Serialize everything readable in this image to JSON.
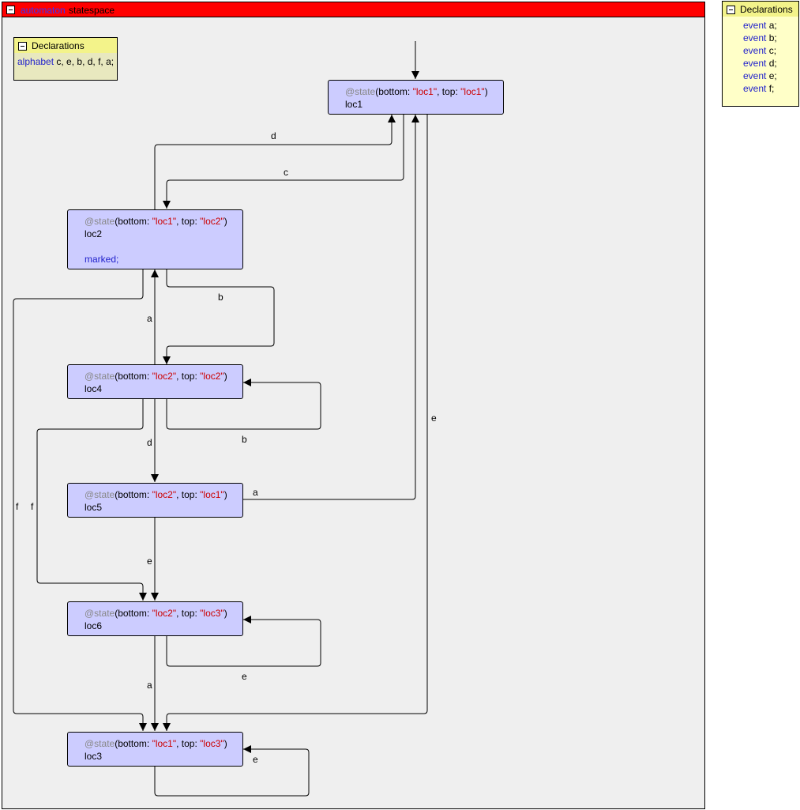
{
  "automaton": {
    "keyword": "automaton",
    "name": "statespace"
  },
  "local_declarations": {
    "title": "Declarations",
    "keyword": "alphabet",
    "value": "c, e, b, d, f, a;"
  },
  "global_declarations": {
    "title": "Declarations",
    "lines": [
      {
        "keyword": "event",
        "value": "a;"
      },
      {
        "keyword": "event",
        "value": "b;"
      },
      {
        "keyword": "event",
        "value": "c;"
      },
      {
        "keyword": "event",
        "value": "d;"
      },
      {
        "keyword": "event",
        "value": "e;"
      },
      {
        "keyword": "event",
        "value": "f;"
      }
    ]
  },
  "nodes": {
    "loc1": {
      "ann": "@state",
      "open": "(bottom: ",
      "bottom": "\"loc1\"",
      "sep": ", top: ",
      "top": "\"loc1\"",
      "close": ")",
      "name": "loc1"
    },
    "loc2": {
      "ann": "@state",
      "open": "(bottom: ",
      "bottom": "\"loc1\"",
      "sep": ", top: ",
      "top": "\"loc2\"",
      "close": ")",
      "name": "loc2",
      "marked": "marked;"
    },
    "loc4": {
      "ann": "@state",
      "open": "(bottom: ",
      "bottom": "\"loc2\"",
      "sep": ", top: ",
      "top": "\"loc2\"",
      "close": ")",
      "name": "loc4"
    },
    "loc5": {
      "ann": "@state",
      "open": "(bottom: ",
      "bottom": "\"loc2\"",
      "sep": ", top: ",
      "top": "\"loc1\"",
      "close": ")",
      "name": "loc5"
    },
    "loc6": {
      "ann": "@state",
      "open": "(bottom: ",
      "bottom": "\"loc2\"",
      "sep": ", top: ",
      "top": "\"loc3\"",
      "close": ")",
      "name": "loc6"
    },
    "loc3": {
      "ann": "@state",
      "open": "(bottom: ",
      "bottom": "\"loc1\"",
      "sep": ", top: ",
      "top": "\"loc3\"",
      "close": ")",
      "name": "loc3"
    }
  },
  "edges": [
    {
      "from": "loc2",
      "to": "loc1",
      "event": "d"
    },
    {
      "from": "loc1",
      "to": "loc2",
      "event": "c"
    },
    {
      "from": "loc2",
      "to": "loc4",
      "event": "b"
    },
    {
      "from": "loc4",
      "to": "loc2",
      "event": "a"
    },
    {
      "from": "loc4",
      "to": "loc4",
      "event": "b"
    },
    {
      "from": "loc4",
      "to": "loc5",
      "event": "d"
    },
    {
      "from": "loc5",
      "to": "loc1",
      "event": "a"
    },
    {
      "from": "loc1",
      "to": "loc3",
      "event": "e"
    },
    {
      "from": "loc2",
      "to": "loc3",
      "event": "f"
    },
    {
      "from": "loc4",
      "to": "loc6",
      "event": "f"
    },
    {
      "from": "loc5",
      "to": "loc6",
      "event": "e"
    },
    {
      "from": "loc6",
      "to": "loc6",
      "event": "e"
    },
    {
      "from": "loc6",
      "to": "loc3",
      "event": "a"
    },
    {
      "from": "loc3",
      "to": "loc3",
      "event": "e"
    }
  ]
}
